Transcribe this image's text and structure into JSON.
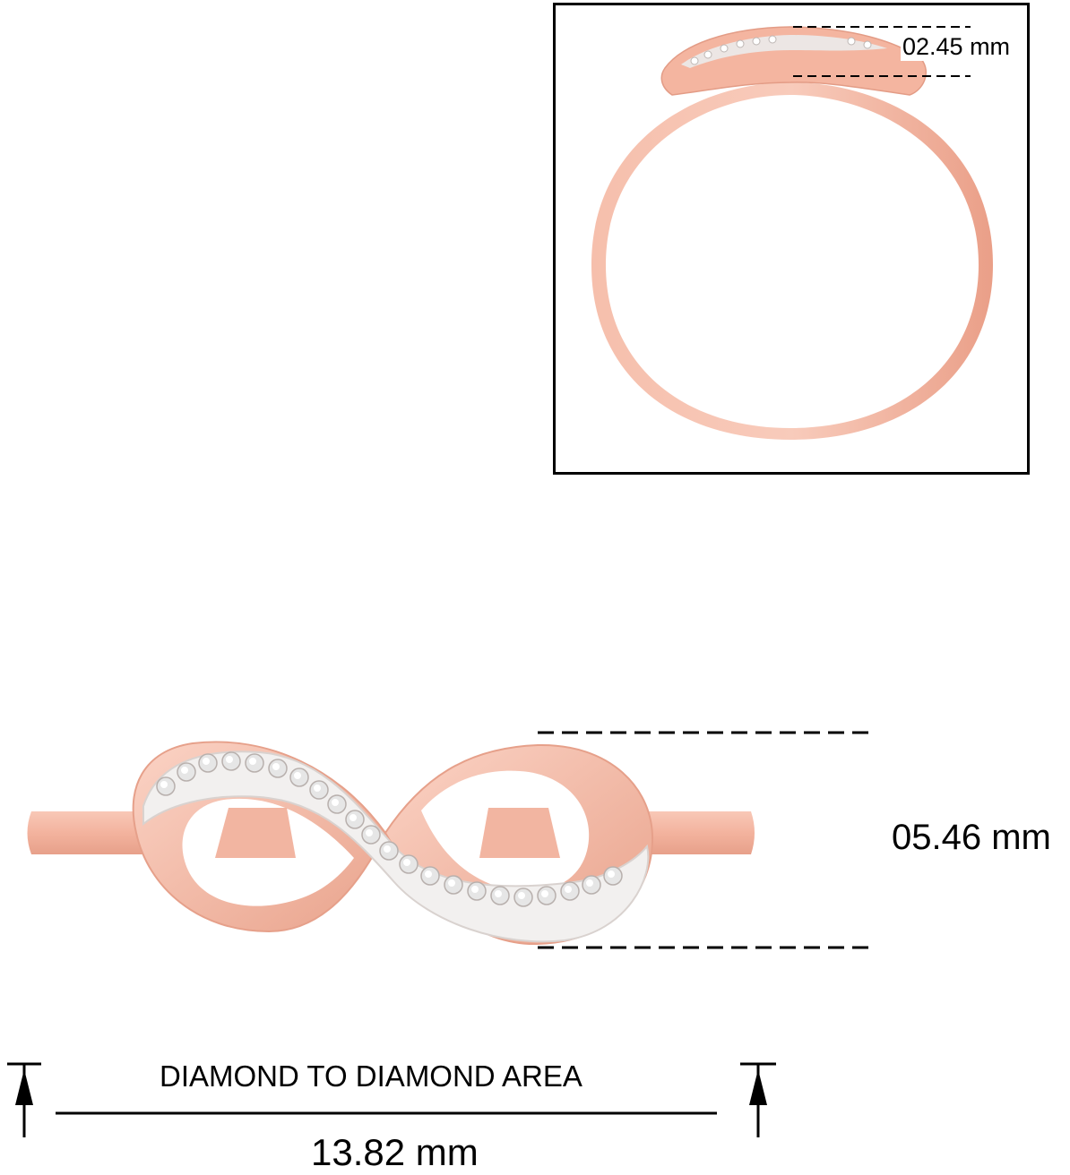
{
  "inset": {
    "band_height": "02.45 mm"
  },
  "main": {
    "infinity_height": "05.46 mm",
    "diamond_area_caption": "DIAMOND TO DIAMOND AREA",
    "diamond_area_width": "13.82 mm"
  },
  "colors": {
    "rose_gold": "#f3b6a2",
    "rose_gold_dark": "#e39c86",
    "rose_gold_light": "#fbd8cc",
    "stone": "#e6e6e6",
    "line": "#000000"
  }
}
